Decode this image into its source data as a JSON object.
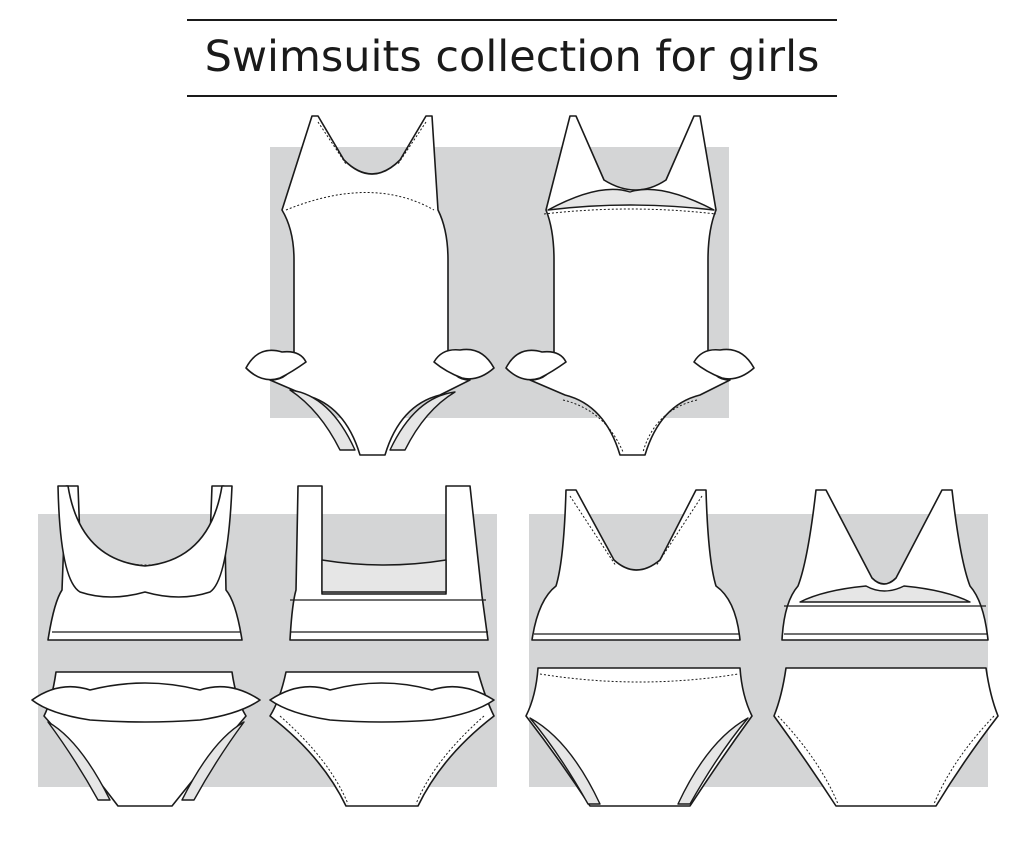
{
  "title": "Swimsuits collection for girls",
  "colors": {
    "background": "#ffffff",
    "panel_gray": "#d4d5d6",
    "ink": "#1a1a1a",
    "lining": "#e6e6e6"
  },
  "figures": [
    {
      "name": "one-piece-swimsuit",
      "views": [
        "front",
        "back"
      ]
    },
    {
      "name": "ruffle-bikini",
      "views": [
        "top-front",
        "top-back",
        "bottom-front",
        "bottom-back"
      ]
    },
    {
      "name": "racerback-bikini",
      "views": [
        "top-front",
        "top-back",
        "bottom-front",
        "bottom-back"
      ]
    }
  ]
}
